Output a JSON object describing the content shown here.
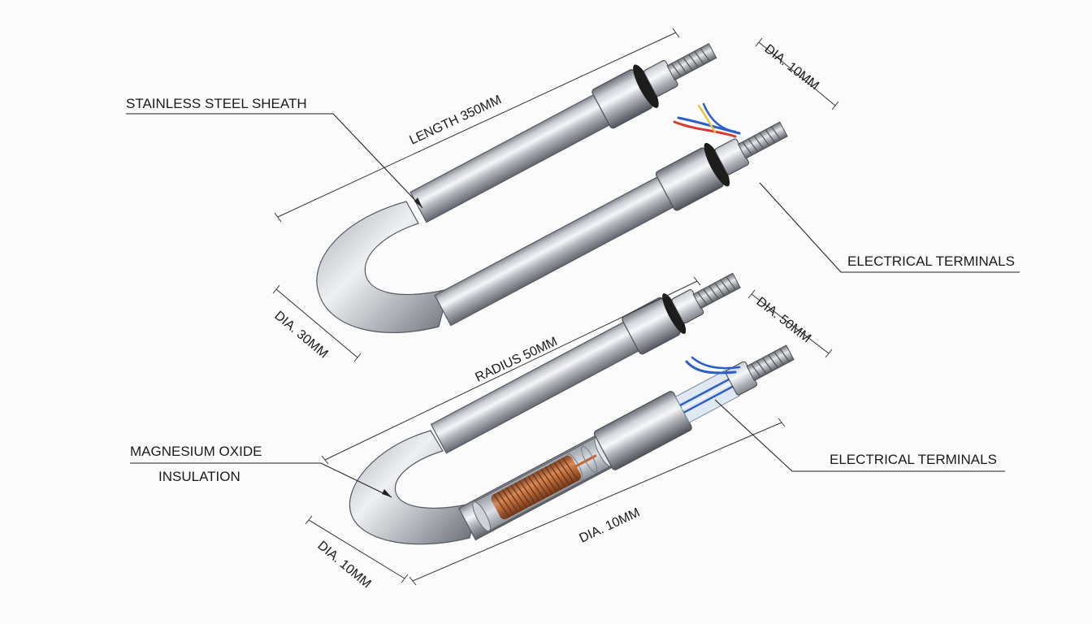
{
  "diagram": {
    "top_heater": {
      "callouts": {
        "sheath": "STAINLESS STEEL SHEATH",
        "terminals": "ELECTRICAL TERMINALS"
      },
      "dimensions": {
        "length": "LENGTH 350MM",
        "terminal_dia": "DIA. 10MM",
        "tube_dia": "DIA. 30MM"
      }
    },
    "bottom_heater": {
      "callouts": {
        "insulation_line1": "MAGNESIUM OXIDE",
        "insulation_line2": "INSULATION",
        "terminals": "ELECTRICAL TERMINALS"
      },
      "dimensions": {
        "radius": "RADIUS 50MM",
        "terminal_dia": "DIA. 50MM",
        "body_dia": "DIA. 10MM",
        "tube_dia": "DIA. 10MM"
      }
    }
  },
  "colors": {
    "metal_light": "#f4f5f7",
    "metal_mid": "#b9bcc2",
    "metal_dark": "#6e7279",
    "copper": "#b86a3c",
    "wire_red": "#d63a32",
    "wire_blue": "#2c5fc8",
    "wire_yellow": "#e6c64a",
    "seal": "#1c1c1c"
  }
}
